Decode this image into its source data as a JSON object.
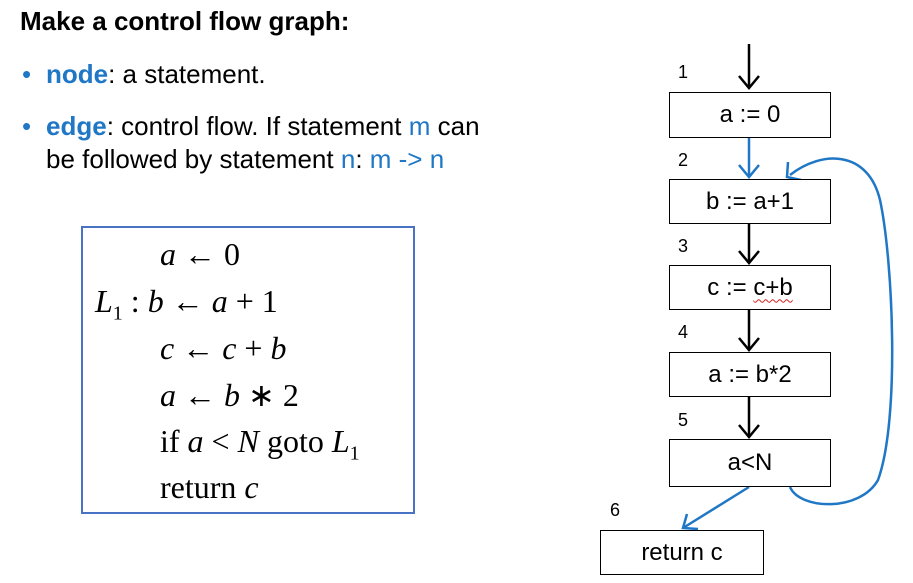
{
  "title": "Make a control flow graph:",
  "bullets": [
    {
      "keyword": "node",
      "text": ": a statement."
    },
    {
      "keyword": "edge",
      "text_a": ": control flow. If statement ",
      "m": "m",
      "text_b": " can",
      "line2_a": "be followed by statement ",
      "n": "n",
      "line2_b": ": ",
      "edge_notation": "m -> n"
    }
  ],
  "code": {
    "line1": {
      "lhs": "a",
      "arrow": "←",
      "rhs": "0"
    },
    "line2": {
      "label": "L",
      "sub": "1",
      "colon": ":",
      "lhs": "b",
      "arrow": "←",
      "rhs_a": "a",
      "plus": "+",
      "rhs_b": "1"
    },
    "line3": {
      "lhs": "c",
      "arrow": "←",
      "rhs_a": "c",
      "plus": "+",
      "rhs_b": "b"
    },
    "line4": {
      "lhs": "a",
      "arrow": "←",
      "rhs_a": "b",
      "op": "∗",
      "rhs_b": "2"
    },
    "line5": {
      "if": "if",
      "a": "a",
      "lt": "<",
      "N": "N",
      "goto": "goto",
      "label": "L",
      "sub": "1"
    },
    "line6": {
      "kw": "return",
      "var": "c"
    }
  },
  "cfg": {
    "nodes": [
      {
        "num": "1",
        "label": "a := 0"
      },
      {
        "num": "2",
        "label": "b := a+1"
      },
      {
        "num": "3",
        "label_a": "c := ",
        "label_b": "c+b"
      },
      {
        "num": "4",
        "label": "a := b*2"
      },
      {
        "num": "5",
        "label": "a<N"
      },
      {
        "num": "6",
        "label": "return c"
      }
    ],
    "colors": {
      "edge_black": "#000000",
      "edge_blue": "#1f77c5"
    }
  }
}
